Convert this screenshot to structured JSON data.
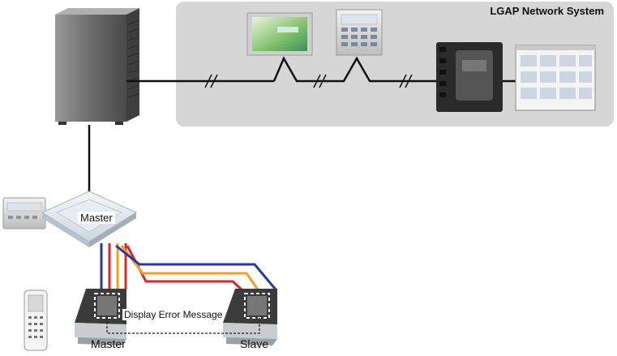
{
  "network": {
    "title": "LGAP Network System"
  },
  "labels": {
    "master_cassette": "Master",
    "error_message": "Display Error Message",
    "master_unit": "Master",
    "slave_unit": "Slave"
  },
  "colors": {
    "network_panel": "#d6d6d6",
    "wire_blue": "#2a3a9a",
    "wire_red": "#d42a2a",
    "wire_orange": "#f0a020"
  }
}
